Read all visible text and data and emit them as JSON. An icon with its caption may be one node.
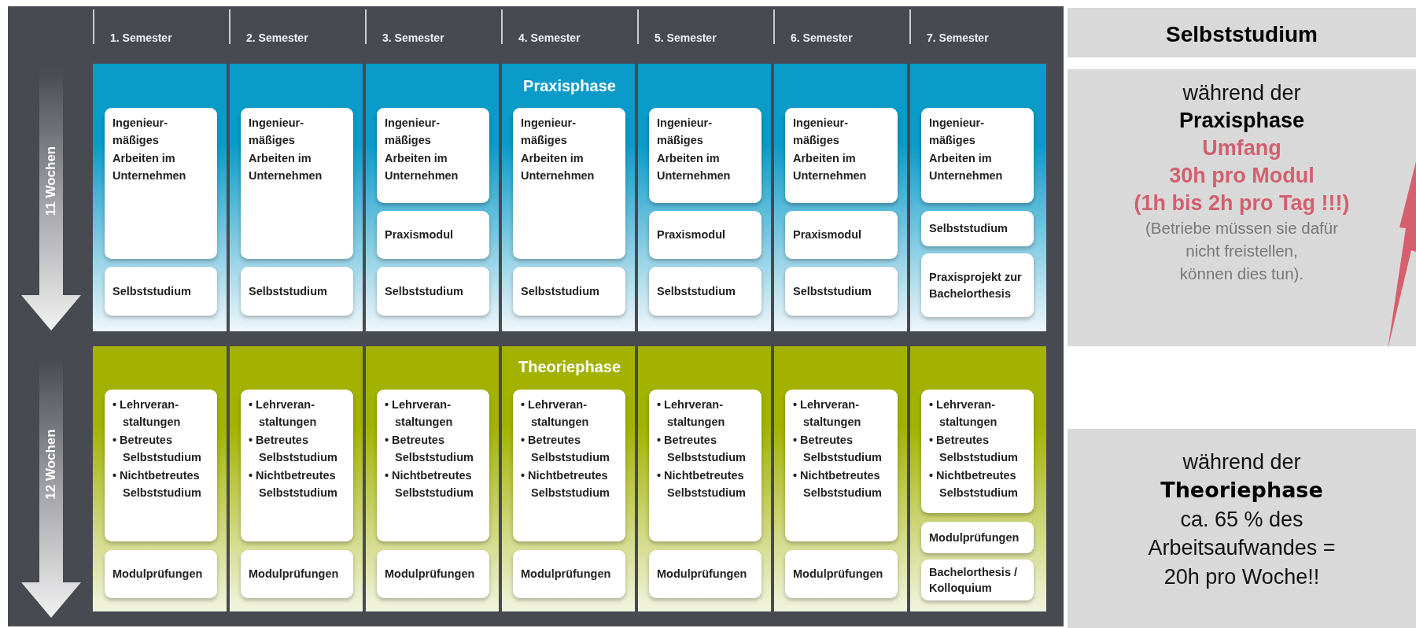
{
  "diagram": {
    "nodes": [
      {
        "text": [
          "Praxisphase"
        ]
      },
      {
        "text": [
          "Ingenieur- mäßiges Arbeiten im Unternehmen"
        ],
        "in": 0
      },
      {
        "text": [
          "Selbststudium"
        ],
        "in": 0
      },
      {
        "text": [
          "Ingenieur- mäßiges Arbeiten im Unternehmen"
        ],
        "in": 0
      },
      {
        "text": [
          "Selbststudium"
        ],
        "in": 0
      },
      {
        "text": [
          "Ingenieur- mäßiges Arbeiten im Unternehmen"
        ],
        "in": 0
      },
      {
        "text": [
          "Praxismodul"
        ],
        "in": 0
      },
      {
        "text": [
          "Selbststudium"
        ],
        "in": 0
      },
      {
        "text": [
          "Ingenieur- mäßiges Arbeiten im Unternehmen"
        ],
        "in": 0
      },
      {
        "text": [
          "Selbststudium"
        ],
        "in": 0
      },
      {
        "text": [
          "Ingenieur- mäßiges Arbeiten im Unternehmen"
        ],
        "in": 0
      },
      {
        "text": [
          "Praxismodul"
        ],
        "in": 0
      },
      {
        "text": [
          "Selbststudium"
        ],
        "in": 0
      },
      {
        "text": [
          "Ingenieur- mäßiges Arbeiten im Unternehmen"
        ],
        "in": 0
      },
      {
        "text": [
          "Praxismodul"
        ],
        "in": 0
      },
      {
        "text": [
          "Selbststudium"
        ],
        "in": 0
      },
      {
        "text": [
          "Ingenieur- mäßiges Arbeiten im Unternehmen"
        ],
        "in": 0
      },
      {
        "text": [
          "Selbststudium"
        ],
        "in": 0
      },
      {
        "text": [
          "Praxisprojekt zur Bachelorthesis"
        ],
        "in": 0
      },
      {
        "text": [
          "Theoriephase"
        ]
      },
      {
        "text": [
          "• Lehrveran- staltungen",
          "• Betreutes Selbststudium",
          "• Nichtbetreutes Selbststudium"
        ],
        "in": 19
      },
      {
        "text": [
          "Modulprüfungen"
        ],
        "in": 19
      },
      {
        "text": [
          "• Lehrveran- staltungen",
          "• Betreutes Selbststudium",
          "• Nichtbetreutes Selbststudium"
        ],
        "in": 19
      },
      {
        "text": [
          "Modulprüfungen"
        ],
        "in": 19
      },
      {
        "text": [
          "• Lehrveran- staltungen",
          "• Betreutes Selbststudium",
          "• Nichtbetreutes Selbststudium"
        ],
        "in": 19
      },
      {
        "text": [
          "Modulprüfungen"
        ],
        "in": 19
      },
      {
        "text": [
          "• Lehrveran- staltungen",
          "• Betreutes Selbststudium",
          "• Nichtbetreutes Selbststudium"
        ],
        "in": 19
      },
      {
        "text": [
          "Modulprüfungen"
        ],
        "in": 19
      },
      {
        "text": [
          "• Lehrveran- staltungen",
          "• Betreutes Selbststudium",
          "• Nichtbetreutes Selbststudium"
        ],
        "in": 19
      },
      {
        "text": [
          "Modulprüfungen"
        ],
        "in": 19
      },
      {
        "text": [
          "• Lehrveran- staltungen",
          "• Betreutes Selbststudium",
          "• Nichtbetreutes Selbststudium"
        ],
        "in": 19
      },
      {
        "text": [
          "Modulprüfungen"
        ],
        "in": 19
      },
      {
        "text": [
          "• Lehrveran- staltungen",
          "• Betreutes Selbststudium",
          "• Nichtbetreutes Selbststudium"
        ],
        "in": 19
      },
      {
        "text": [
          "Modulprüfungen"
        ],
        "in": 19
      },
      {
        "text": [
          "Bachelorthesis / Kolloquium"
        ],
        "in": 19
      },
      {
        "text": [
          "Selbststudium"
        ]
      },
      {
        "text": [
          "während der",
          "Praxisphase",
          "Umfang",
          "30h pro Modul",
          "(1h bis 2h pro Tag !!!)",
          "(Betriebe müssen sie dafür",
          "nicht freistellen,",
          "können dies tun)."
        ]
      },
      {
        "text": [
          "während der",
          "Theoriephase",
          "ca. 65 % des Arbeitsaufwandes = 20h pro Woche!!"
        ]
      }
    ],
    "labels": [
      "1. Semester",
      "2. Semester",
      "3. Semester",
      "4. Semester",
      "5. Semester",
      "6. Semester",
      "7. Semester",
      "11 Wochen",
      "12 Wochen"
    ]
  }
}
